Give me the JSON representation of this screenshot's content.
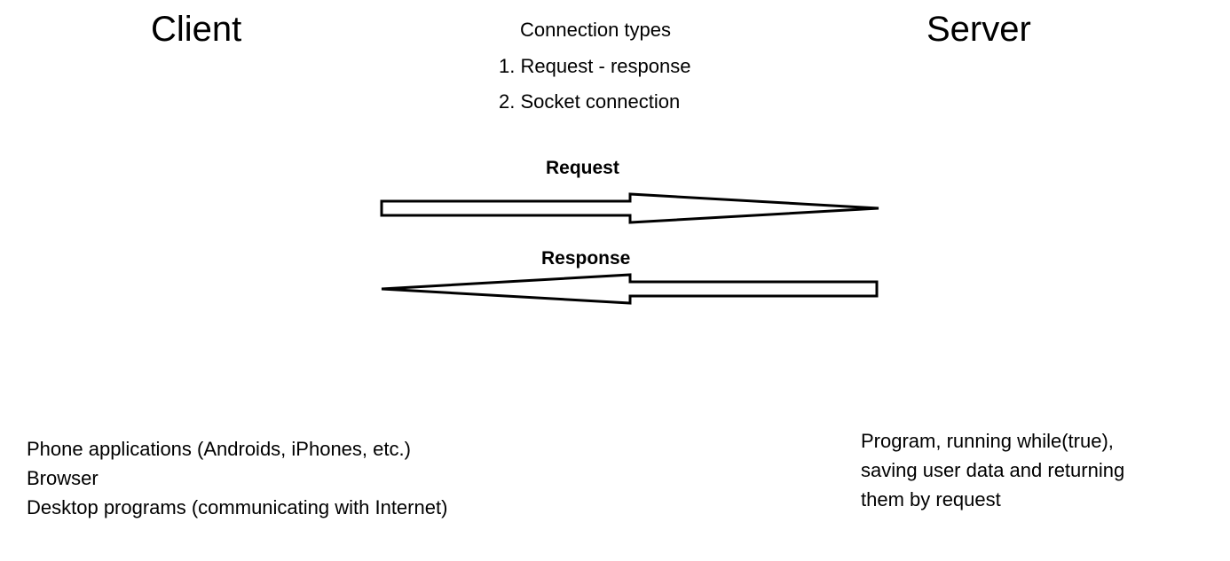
{
  "client": {
    "title": "Client",
    "items": [
      "Phone applications (Androids, iPhones, etc.)",
      "Browser",
      "Desktop programs (communicating with Internet)"
    ]
  },
  "server": {
    "title": "Server",
    "description_lines": [
      "Program, running while(true),",
      "saving user data and returning",
      "them by request"
    ]
  },
  "connection_types": {
    "title": "Connection types",
    "items": [
      "1. Request - response",
      "2. Socket connection"
    ]
  },
  "flows": {
    "request_label": "Request",
    "response_label": "Response"
  }
}
